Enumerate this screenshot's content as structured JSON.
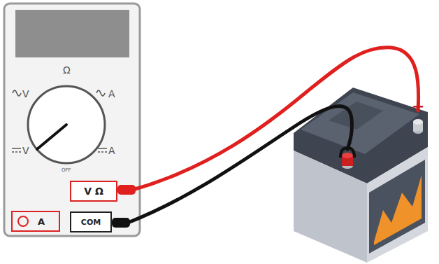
{
  "diagram": {
    "nodes": [
      {
        "text": [
          "V Ω"
        ]
      },
      {
        "text": [
          "A"
        ]
      },
      {
        "text": [
          "COM"
        ]
      }
    ],
    "labels": [
      "Ω",
      "V",
      "A",
      "V",
      "A",
      "OFF",
      "+"
    ]
  }
}
